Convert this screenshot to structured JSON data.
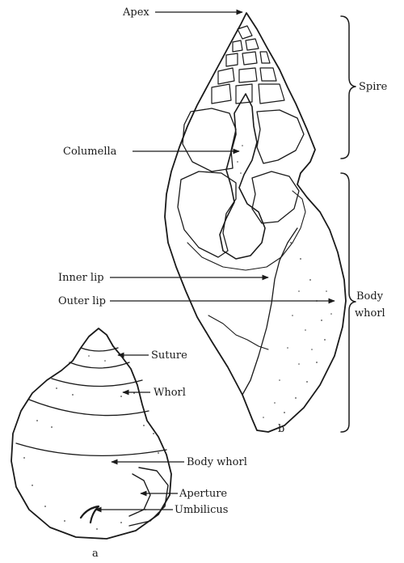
{
  "labels": {
    "apex": "Apex",
    "spire": "Spire",
    "columella": "Columella",
    "inner_lip": "Inner lip",
    "outer_lip": "Outer lip",
    "body_whorl_b_line1": "Body",
    "body_whorl_b_line2": "whorl",
    "suture": "Suture",
    "whorl": "Whorl",
    "body_whorl_a": "Body whorl",
    "aperture": "Aperture",
    "umbilicus": "Umbilicus",
    "panel_a": "a",
    "panel_b": "b"
  },
  "caption": ""
}
